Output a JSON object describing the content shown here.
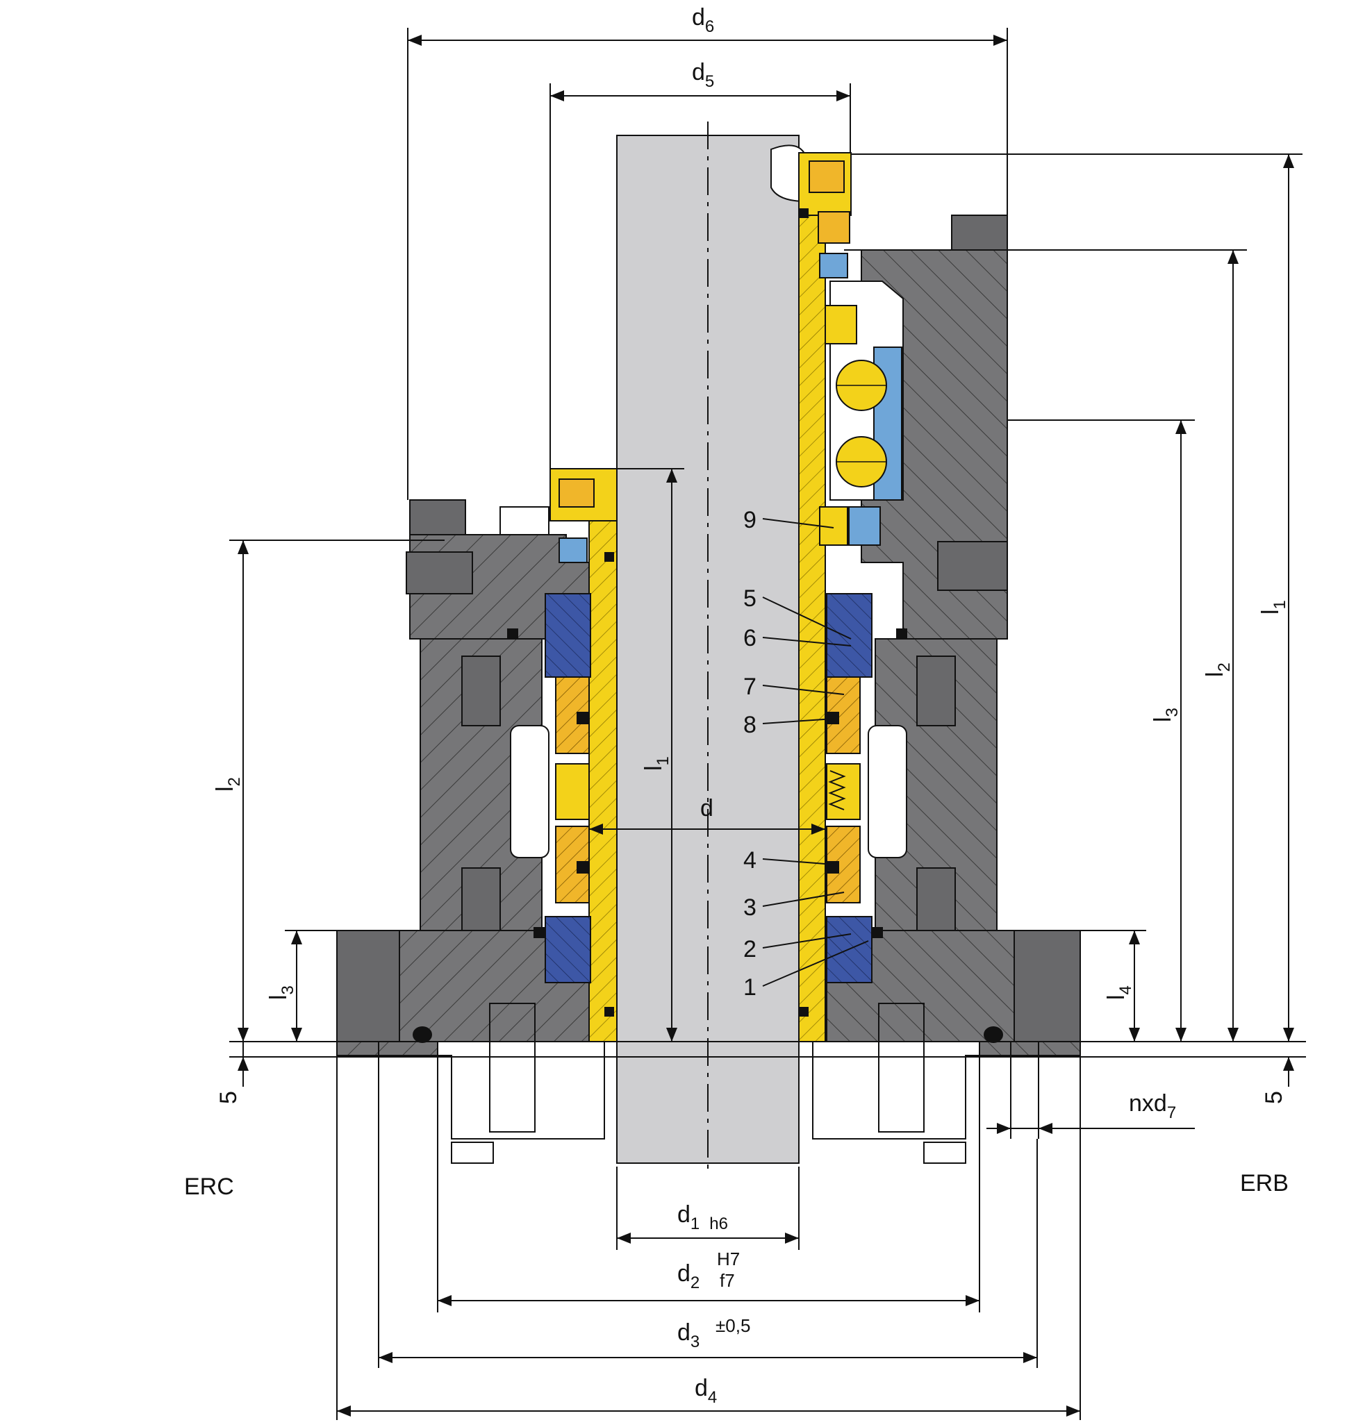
{
  "dimensions": {
    "d": "d",
    "d1": {
      "base": "d",
      "sub": "1",
      "tol": "h6"
    },
    "d2": {
      "base": "d",
      "sub": "2",
      "tol_upper": "H7",
      "tol_lower": "f7"
    },
    "d3": {
      "base": "d",
      "sub": "3",
      "tol": "±0,5"
    },
    "d4": {
      "base": "d",
      "sub": "4"
    },
    "d5": {
      "base": "d",
      "sub": "5"
    },
    "d6": {
      "base": "d",
      "sub": "6"
    },
    "nxd7": {
      "base": "nxd",
      "sub": "7"
    },
    "l1": {
      "base": "l",
      "sub": "1"
    },
    "l2": {
      "base": "l",
      "sub": "2"
    },
    "l3": {
      "base": "l",
      "sub": "3"
    },
    "l4": {
      "base": "l",
      "sub": "4"
    },
    "five": "5"
  },
  "parts": [
    "1",
    "2",
    "3",
    "4",
    "5",
    "6",
    "7",
    "8",
    "9"
  ],
  "variants": {
    "left": "ERC",
    "right": "ERB"
  },
  "colors": {
    "shaft": "#cfcfd1",
    "housing": "#777779",
    "housing_dark": "#5f5f61",
    "yellow": "#f3d21a",
    "orange": "#f0b62a",
    "blue": "#3d57a6",
    "lightblue": "#6fa6d8",
    "black": "#111111"
  }
}
